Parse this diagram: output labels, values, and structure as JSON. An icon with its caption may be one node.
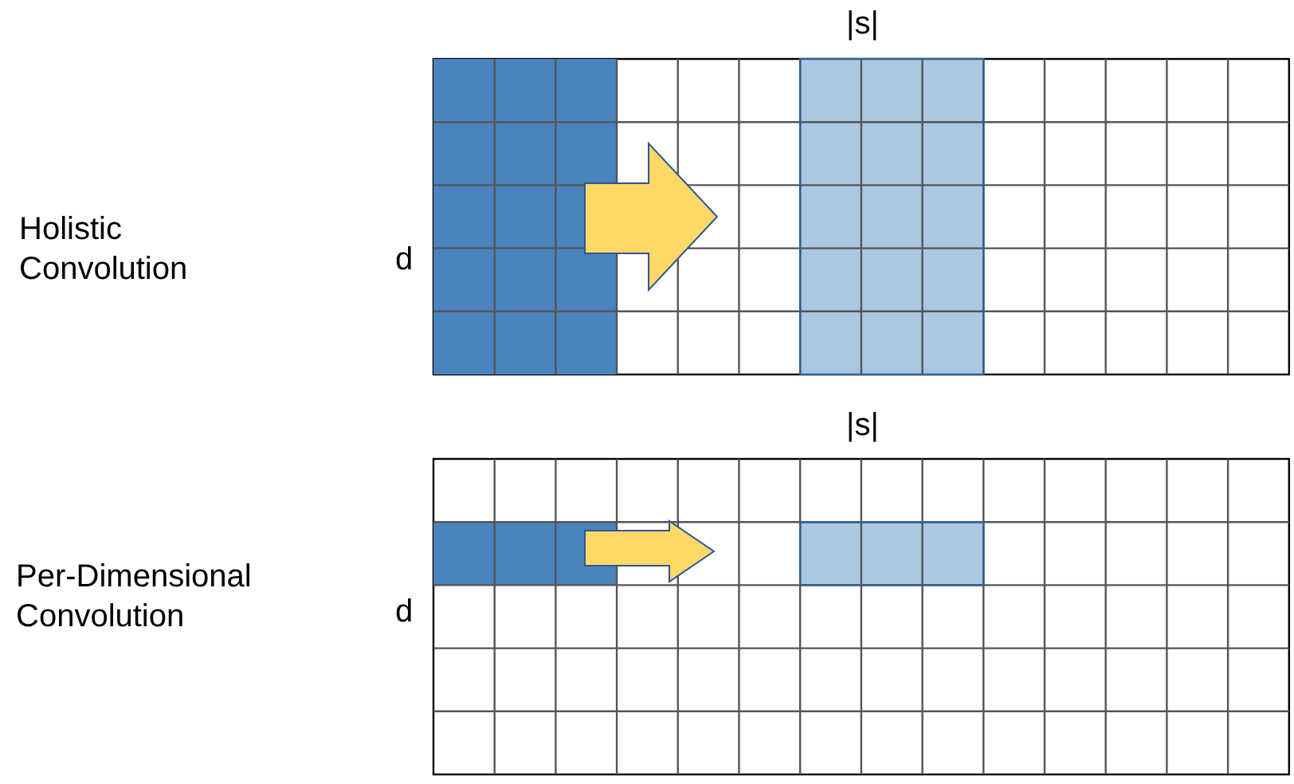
{
  "diagram": {
    "labels": [
      "|s|",
      "Holistic Convolution",
      "d",
      "|s|",
      "Per-Dimensional Convolution",
      "d"
    ]
  }
}
